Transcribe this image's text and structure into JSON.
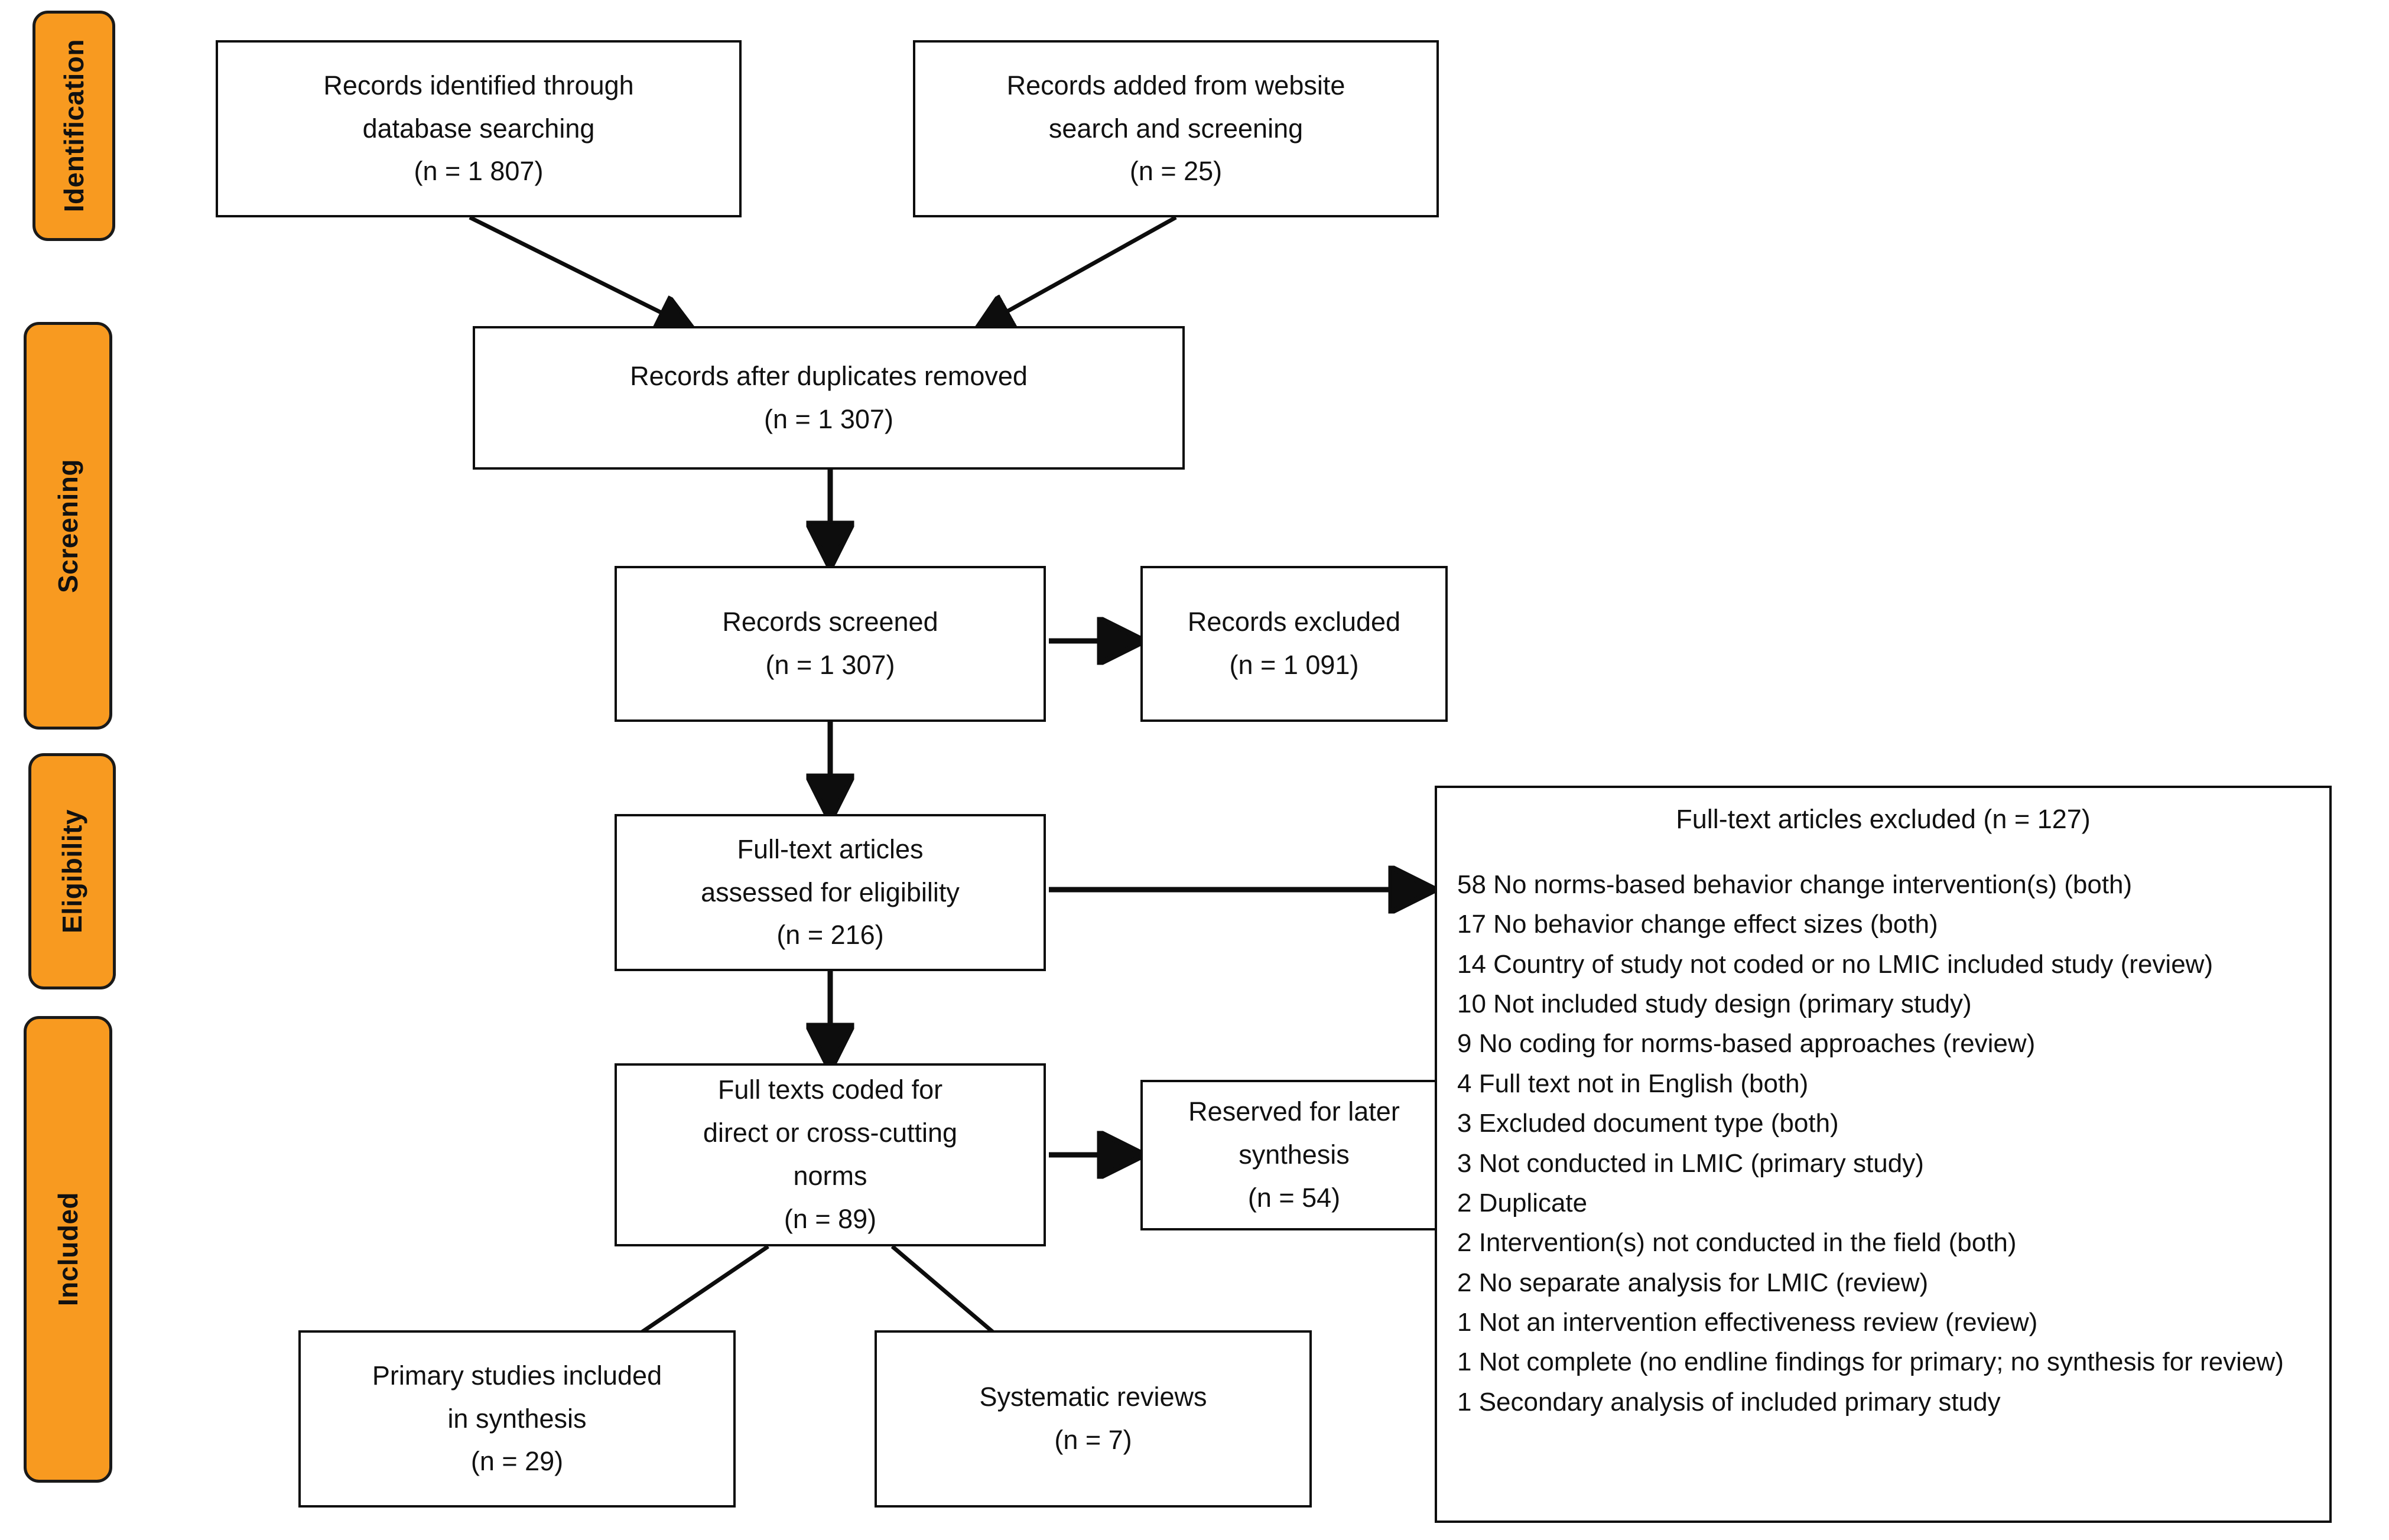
{
  "stages": [
    {
      "id": "identification",
      "label": "Identification"
    },
    {
      "id": "screening",
      "label": "Screening"
    },
    {
      "id": "eligibility",
      "label": "Eligibility"
    },
    {
      "id": "included",
      "label": "Included"
    }
  ],
  "boxes": {
    "database_search": {
      "line1": "Records identified through",
      "line2": "database searching",
      "count": "(n = 1 807)"
    },
    "website_search": {
      "line1": "Records added from website",
      "line2": "search and screening",
      "count": "(n = 25)"
    },
    "duplicates_removed": {
      "line1": "Records after duplicates removed",
      "count": "(n = 1 307)"
    },
    "records_screened": {
      "line1": "Records screened",
      "count": "(n = 1 307)"
    },
    "records_excluded": {
      "line1": "Records excluded",
      "count": "(n = 1 091)"
    },
    "fulltext_assessed": {
      "line1": "Full-text articles",
      "line2": "assessed for eligibility",
      "count": "(n = 216)"
    },
    "fulltext_coded": {
      "line1": "Full texts coded for",
      "line2": "direct or cross-cutting",
      "line3": "norms",
      "count": "(n = 89)"
    },
    "reserved_later": {
      "line1": "Reserved for later",
      "line2": "synthesis",
      "count": "(n = 54)"
    },
    "primary_studies": {
      "line1": "Primary studies included",
      "line2": "in synthesis",
      "count": "(n = 29)"
    },
    "systematic_reviews": {
      "line1": "Systematic reviews",
      "count": "(n = 7)"
    }
  },
  "excluded_panel": {
    "title": "Full-text articles excluded (n = 127)",
    "total": 127,
    "reasons": [
      "58 No norms-based behavior change intervention(s) (both)",
      "17 No behavior change effect sizes (both)",
      "14 Country of study not coded or no LMIC included study (review)",
      "10 Not included study design (primary study)",
      "9 No coding for norms-based approaches (review)",
      "4 Full text not in English (both)",
      "3 Excluded document type (both)",
      "3 Not conducted in LMIC (primary study)",
      "2 Duplicate",
      "2 Intervention(s) not conducted in the field (both)",
      "2 No separate analysis for LMIC (review)",
      "1 Not an intervention effectiveness review (review)",
      "1 Not complete (no endline findings for primary; no synthesis for review)",
      "1 Secondary analysis of included primary study"
    ]
  },
  "colors": {
    "stage_orange": "#F89A20",
    "outline": "#0d0d0d",
    "text": "#111111",
    "background": "#ffffff"
  }
}
